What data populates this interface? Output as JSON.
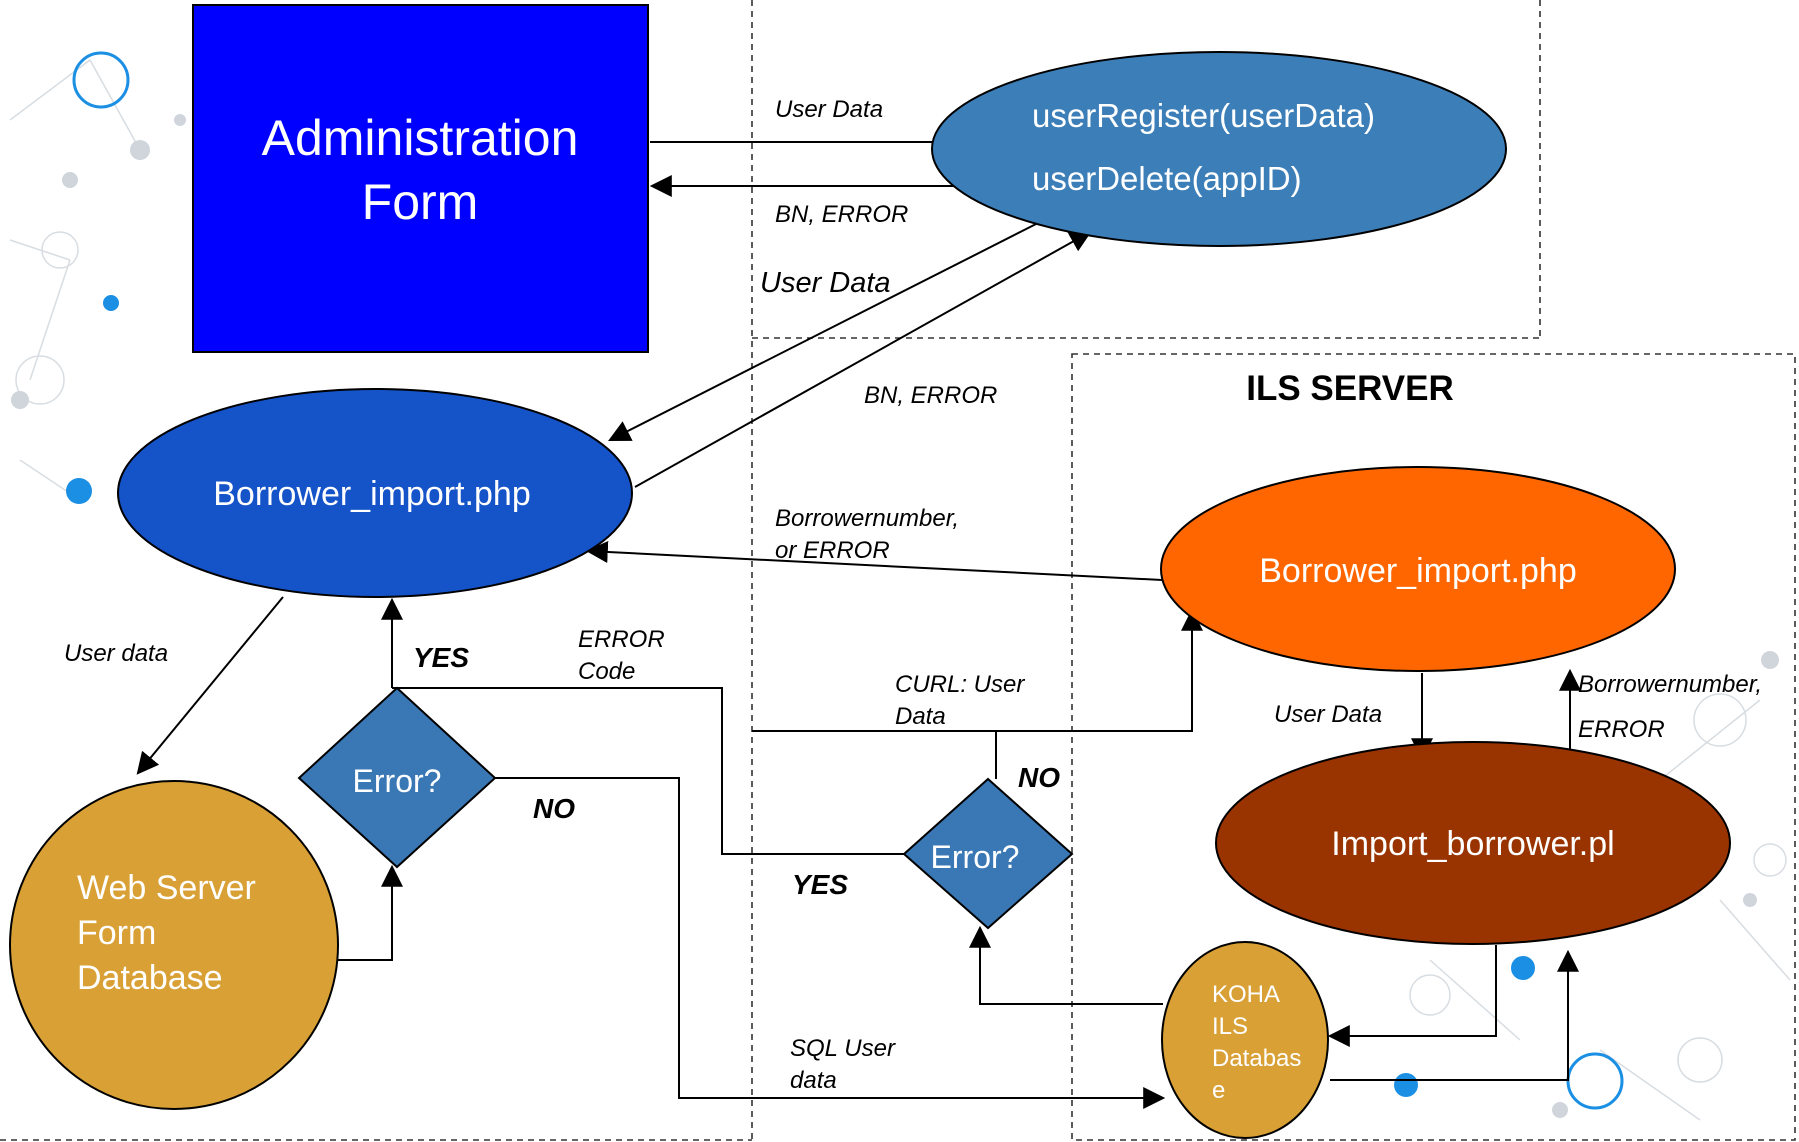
{
  "nodes": {
    "admin_form": [
      "Administration",
      "Form"
    ],
    "web_service": [
      "userRegister(userData)",
      "userDelete(appID)"
    ],
    "borrower_import_web": "Borrower_import.php",
    "web_db": [
      "Web Server",
      "Form",
      "Database"
    ],
    "error_web": "Error?",
    "ils_server": "ILS SERVER",
    "borrower_import_ils": "Borrower_import.php",
    "import_borrower_pl": "Import_borrower.pl",
    "error_ils": "Error?",
    "koha_db": [
      "KOHA",
      "ILS",
      "Databas",
      "e"
    ]
  },
  "edges": {
    "admin_to_service": "User Data",
    "service_to_admin": "BN, ERROR",
    "service_to_import": "User Data",
    "import_to_service": "BN, ERROR",
    "ils_to_web": [
      "Borrowernumber,",
      "or ERROR"
    ],
    "import_to_webdb": "User data",
    "error_code": [
      "ERROR",
      "Code"
    ],
    "curl": [
      "CURL: User",
      "Data"
    ],
    "ils_to_pl": "User Data",
    "pl_to_ils": [
      "Borrowernumber,",
      "ERROR"
    ],
    "sql": [
      "SQL User",
      "data"
    ]
  },
  "decisions": {
    "web_yes": "YES",
    "web_no": "NO",
    "ils_yes": "YES",
    "ils_no": "NO"
  },
  "colors": {
    "admin_fill": "#0000FF",
    "service_fill": "#3C7EB8",
    "import_web_fill": "#1553C8",
    "db_fill": "#D9A035",
    "decision_fill": "#3A78B5",
    "ils_import_fill": "#FF6600",
    "pl_fill": "#993300",
    "accent_dot": "#1A8FE3"
  }
}
